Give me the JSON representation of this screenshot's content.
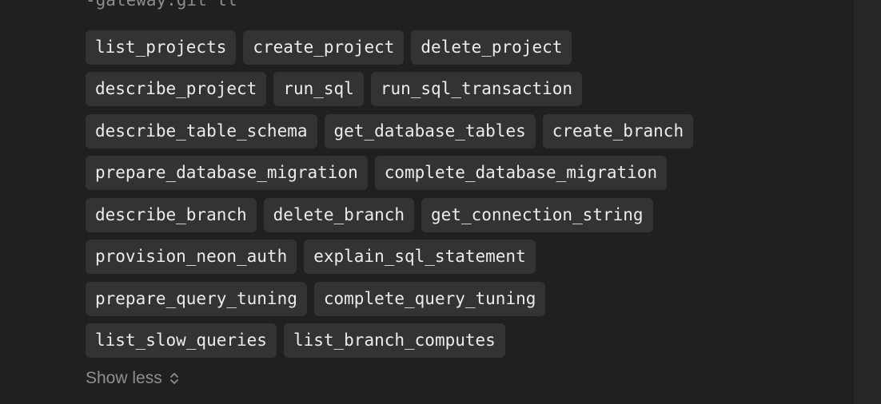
{
  "top_clipped_text": "-gateway.git tl",
  "rows": [
    [
      "list_projects",
      "create_project",
      "delete_project"
    ],
    [
      "describe_project",
      "run_sql",
      "run_sql_transaction"
    ],
    [
      "describe_table_schema",
      "get_database_tables",
      "create_branch"
    ],
    [
      "prepare_database_migration",
      "complete_database_migration"
    ],
    [
      "describe_branch",
      "delete_branch",
      "get_connection_string"
    ],
    [
      "provision_neon_auth",
      "explain_sql_statement"
    ],
    [
      "prepare_query_tuning",
      "complete_query_tuning"
    ],
    [
      "list_slow_queries",
      "list_branch_computes"
    ]
  ],
  "show_less": {
    "label": "Show less",
    "icon": "chevron-up-down-icon"
  },
  "colors": {
    "background": "#202020",
    "chip_bg": "#333333",
    "chip_text": "#ececec",
    "muted_text": "#8f8f8f",
    "right_rail": "#262626"
  }
}
